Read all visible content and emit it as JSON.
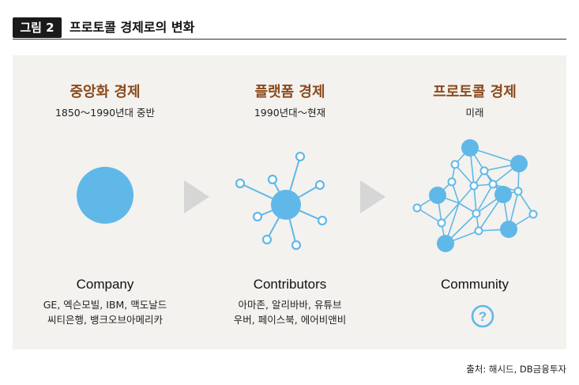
{
  "figure": {
    "badge": "그림 2",
    "title": "프로토콜 경제로의 변화"
  },
  "columns": [
    {
      "title": "중앙화 경제",
      "subtitle": "1850～1990년대 중반",
      "label": "Company",
      "examples": [
        "GE, 엑슨모빌, IBM, 맥도날드",
        "씨티은행, 뱅크오브아메리카"
      ]
    },
    {
      "title": "플랫폼 경제",
      "subtitle": "1990년대～현재",
      "label": "Contributors",
      "examples": [
        "아마존, 알리바바, 유튜브",
        "우버, 페이스북, 에어비앤비"
      ]
    },
    {
      "title": "프로토콜 경제",
      "subtitle": "미래",
      "label": "Community",
      "examples": []
    }
  ],
  "icons": {
    "arrow": "right-triangle-arrow",
    "unknown": "question-circle-icon"
  },
  "colors": {
    "node": "#60b8e8",
    "node_stroke": "#60b8e8",
    "arrow": "#d6d6d6",
    "title_brown": "#8b4a1c",
    "panel_bg": "#f3f2ef"
  },
  "source": "출처: 해시드, DB금융투자"
}
